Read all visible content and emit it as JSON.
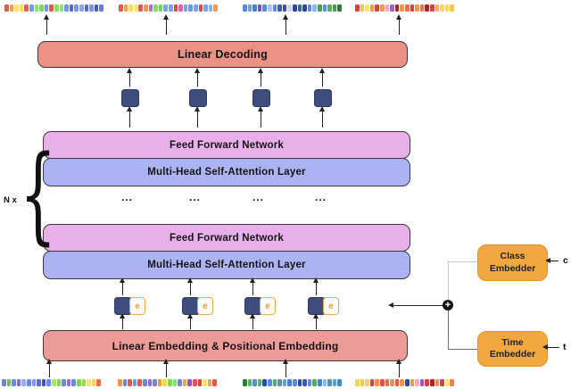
{
  "diagram": {
    "blocks": {
      "linear_decoding": "Linear Decoding",
      "feed_forward": "Feed Forward Network",
      "mhsa": "Multi-Head Self-Attention Layer",
      "linear_embedding": "Linear Embedding & Positional Embedding",
      "class_embedder_line1": "Class",
      "class_embedder_line2": "Embedder",
      "time_embedder_line1": "Time",
      "time_embedder_line2": "Embedder"
    },
    "labels": {
      "repeat": "N x",
      "ellipsis": "...",
      "embedding_token": "e",
      "class_symbol": "c",
      "time_symbol": "t",
      "plus": "+",
      "brace": "{"
    },
    "colors": {
      "decoding_fill": "#ec9186",
      "embedding_fill": "#ec9b99",
      "ffn_fill": "#e8afea",
      "mhsa_fill": "#abb3f2",
      "token_navy": "#3e4d7b",
      "embedder_orange": "#f2a841",
      "e_border": "#eaa94e"
    },
    "strips": {
      "top": [
        [
          "#e05c50",
          "#f2a24b",
          "#f5e663",
          "#f5e05a",
          "#e2614f",
          "#7b95e0",
          "#8ede6a",
          "#7ed95f",
          "#7b95e0",
          "#df5a4e",
          "#86de62",
          "#90e070",
          "#7b95e0",
          "#5a68c4",
          "#7b95e0",
          "#8aa4e6",
          "#5a68c4",
          "#7b95e0",
          "#4f55b4",
          "#6c7ad6"
        ],
        [
          "#e25a4d",
          "#f2a24b",
          "#f5e05a",
          "#f7e967",
          "#e25a4d",
          "#f2994a",
          "#c468c8",
          "#85de62",
          "#74d457",
          "#78a5ea",
          "#78a5ea",
          "#d94b42",
          "#d468aa",
          "#78a5ea",
          "#6b9ae6",
          "#78a5ea",
          "#e04a40",
          "#78a5ea",
          "#86b2ef",
          "#f29a50"
        ],
        [
          "#5b8dd6",
          "#6aa0e0",
          "#4a7fd0",
          "#6a5ab4",
          "#5b8dd6",
          "#a9c9f0",
          "#5b8dd6",
          "#3a5fa8",
          "#4a4a9a",
          "#c9d9f1",
          "#2c4b8c",
          "#3a5fa8",
          "#2c4b8c",
          "#5b8dd6",
          "#8ab8e8",
          "#4a9a50",
          "#5b8dd6",
          "#58b060",
          "#4a9a50",
          "#2c7a3c"
        ],
        [
          "#d24543",
          "#f2c653",
          "#f5e663",
          "#f29a50",
          "#d24543",
          "#f29a50",
          "#f2a9c4",
          "#9a64c4",
          "#a32724",
          "#f29a50",
          "#e2744a",
          "#d24543",
          "#f29a50",
          "#e2744a",
          "#a32724",
          "#d24543",
          "#f2b253",
          "#f5d95e",
          "#f5d95e",
          "#f2c653"
        ]
      ],
      "bottom": [
        [
          "#6a8ad8",
          "#7ab860",
          "#6a8ad8",
          "#8a6ac8",
          "#8fb0ea",
          "#6a8ad8",
          "#7a9ae0",
          "#5a70c8",
          "#4a50b0",
          "#6a8ad8",
          "#a5e668",
          "#80d455",
          "#6a8ad8",
          "#9a6ad0",
          "#6a8ad8",
          "#80d455",
          "#92da64",
          "#f5e663",
          "#f2d653",
          "#ea6a54"
        ],
        [
          "#f29447",
          "#6a8ad8",
          "#e05a50",
          "#6aa0e0",
          "#e05a50",
          "#6a8ad8",
          "#9a6ad0",
          "#6a8ad8",
          "#f29447",
          "#f2d653",
          "#74da5c",
          "#85e06a",
          "#6a8ad8",
          "#f2a44b",
          "#9a54b4",
          "#e05a50",
          "#d4443e",
          "#f5e663",
          "#f2a44b",
          "#e05a50"
        ],
        [
          "#2c7a3c",
          "#54b464",
          "#5b8dd6",
          "#54b464",
          "#2c4b9a",
          "#5b8dd6",
          "#54aa64",
          "#5b8dd6",
          "#6aa0e0",
          "#4a7fd0",
          "#5b8dd6",
          "#2c4b9a",
          "#3a5fb0",
          "#5b8dd6",
          "#54aa64",
          "#4a7fd0",
          "#8ab8e8",
          "#4a94d4",
          "#5b9de0",
          "#3a8ad4"
        ],
        [
          "#f2d653",
          "#f2c653",
          "#f2d653",
          "#d4443e",
          "#f29447",
          "#da5444",
          "#e26c44",
          "#f29447",
          "#e05a50",
          "#f29447",
          "#2c4b9a",
          "#f29447",
          "#f2a9c4",
          "#9a54c4",
          "#d4443e",
          "#a32724",
          "#f29447",
          "#d4443e",
          "#f5ea67",
          "#e28456"
        ]
      ]
    }
  }
}
